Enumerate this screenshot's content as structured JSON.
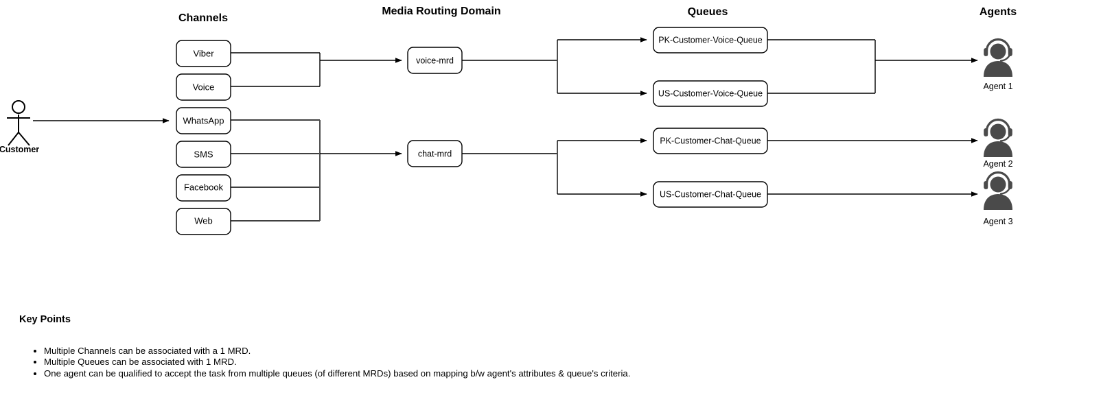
{
  "columns": {
    "channels": "Channels",
    "mrd": "Media Routing Domain",
    "queues": "Queues",
    "agents": "Agents"
  },
  "actor": {
    "label": "Customer",
    "icon": "stick-figure-person-icon"
  },
  "channels": [
    {
      "id": "viber",
      "label": "Viber"
    },
    {
      "id": "voice",
      "label": "Voice"
    },
    {
      "id": "whatsapp",
      "label": "WhatsApp"
    },
    {
      "id": "sms",
      "label": "SMS"
    },
    {
      "id": "facebook",
      "label": "Facebook"
    },
    {
      "id": "web",
      "label": "Web"
    }
  ],
  "mrds": [
    {
      "id": "voice-mrd",
      "label": "voice-mrd"
    },
    {
      "id": "chat-mrd",
      "label": "chat-mrd"
    }
  ],
  "queues": [
    {
      "id": "pk-voice",
      "label": "PK-Customer-Voice-Queue"
    },
    {
      "id": "us-voice",
      "label": "US-Customer-Voice-Queue"
    },
    {
      "id": "pk-chat",
      "label": "PK-Customer-Chat-Queue"
    },
    {
      "id": "us-chat",
      "label": "US-Customer-Chat-Queue"
    }
  ],
  "agents": [
    {
      "id": "agent-1",
      "label": "Agent 1",
      "icon": "headset-agent-icon"
    },
    {
      "id": "agent-2",
      "label": "Agent 2",
      "icon": "headset-agent-icon"
    },
    {
      "id": "agent-3",
      "label": "Agent 3",
      "icon": "headset-agent-icon"
    }
  ],
  "key_points": {
    "title": "Key Points",
    "items": [
      "Multiple Channels can be associated with a 1 MRD.",
      "Multiple Queues can be associated with 1 MRD.",
      "One agent can be qualified to accept the task from multiple queues (of different MRDs) based on mapping b/w agent's attributes & queue's criteria."
    ]
  },
  "colors": {
    "stroke": "#000000",
    "bus_stroke": "#4d4d4d",
    "node_fill": "#ffffff",
    "agent_glyph": "#4a4a4a",
    "background": "#ffffff"
  }
}
